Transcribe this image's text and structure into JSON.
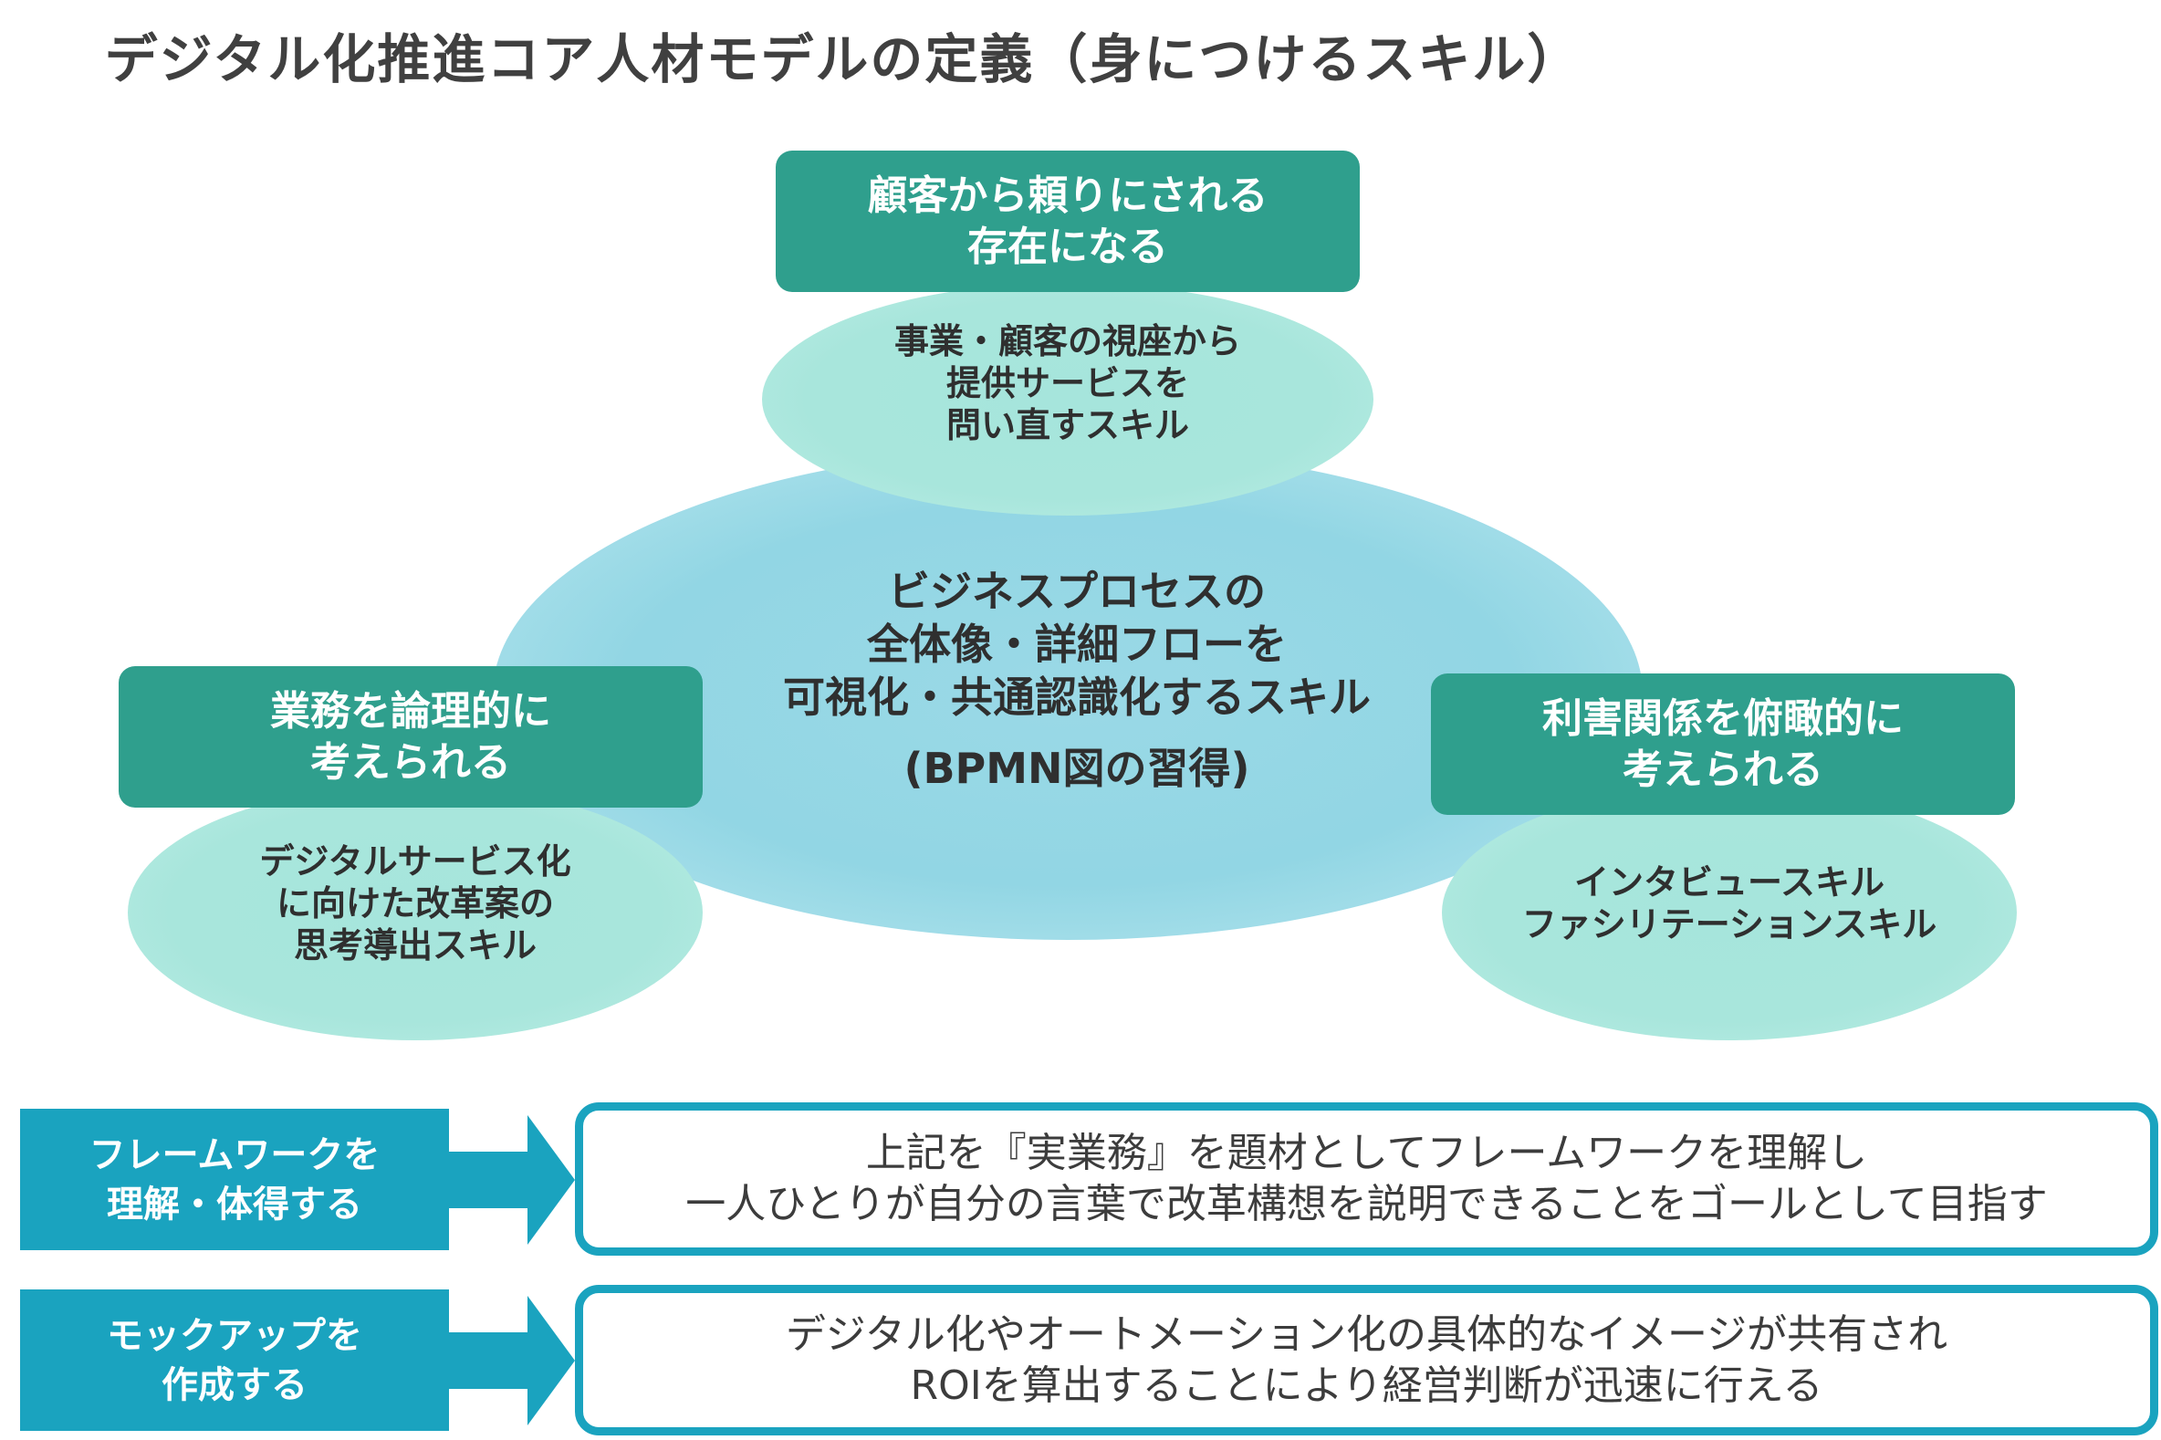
{
  "title": "デジタル化推進コア人材モデルの定義（身につけるスキル）",
  "center": {
    "line1": "ビジネスプロセスの",
    "line2": "全体像・詳細フローを",
    "line3": "可視化・共通認識化するスキル",
    "sub": "(BPMN図の習得)"
  },
  "top": {
    "heading_line1": "顧客から頼りにされる",
    "heading_line2": "存在になる",
    "skill_line1": "事業・顧客の視座から",
    "skill_line2": "提供サービスを",
    "skill_line3": "問い直すスキル"
  },
  "left": {
    "heading_line1": "業務を論理的に",
    "heading_line2": "考えられる",
    "skill_line1": "デジタルサービス化",
    "skill_line2": "に向けた改革案の",
    "skill_line3": "思考導出スキル"
  },
  "right": {
    "heading_line1": "利害関係を俯瞰的に",
    "heading_line2": "考えられる",
    "skill_line1": "インタビュースキル",
    "skill_line2": "ファシリテーションスキル"
  },
  "rows": [
    {
      "label_line1": "フレームワークを",
      "label_line2": "理解・体得する",
      "desc_line1": "上記を『実業務』を題材としてフレームワークを理解し",
      "desc_line2": "一人ひとりが自分の言葉で改革構想を説明できることをゴールとして目指す"
    },
    {
      "label_line1": "モックアップを",
      "label_line2": "作成する",
      "desc_line1": "デジタル化やオートメーション化の具体的なイメージが共有され",
      "desc_line2": "ROIを算出することにより経営判断が迅速に行える"
    }
  ],
  "colors": {
    "heading_box": "#2f9f8d",
    "center_ellipse": "#92d6e4",
    "skill_ellipse": "#a8e6dc",
    "row_accent": "#1aa3bf"
  }
}
